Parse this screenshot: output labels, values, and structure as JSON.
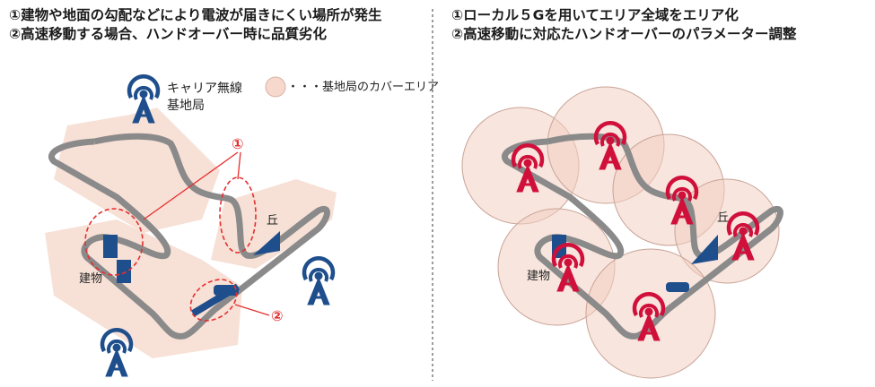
{
  "left": {
    "problems": [
      "①建物や地面の勾配などにより電波が届きにくい場所が発生",
      "②高速移動する場合、ハンドオーバー時に品質劣化"
    ],
    "carrier_station_label": [
      "キャリア無線",
      "基地局"
    ],
    "legend_label": "・・・基地局のカバーエリア",
    "hill_label": "丘",
    "building_label": "建物",
    "marker_1": "①",
    "marker_2": "②"
  },
  "right": {
    "solutions": [
      "①ローカル５Gを用いてエリア全域をエリア化",
      "②高速移動に対応たハンドオーバーのパラメーター調整"
    ],
    "hill_label": "丘",
    "building_label": "建物"
  },
  "colors": {
    "carrier_tower": "#1f4e8c",
    "local5g_tower": "#d0103a",
    "coverage": "#f6d9cc",
    "track": "#8a8a8a",
    "callout": "#e53030"
  }
}
